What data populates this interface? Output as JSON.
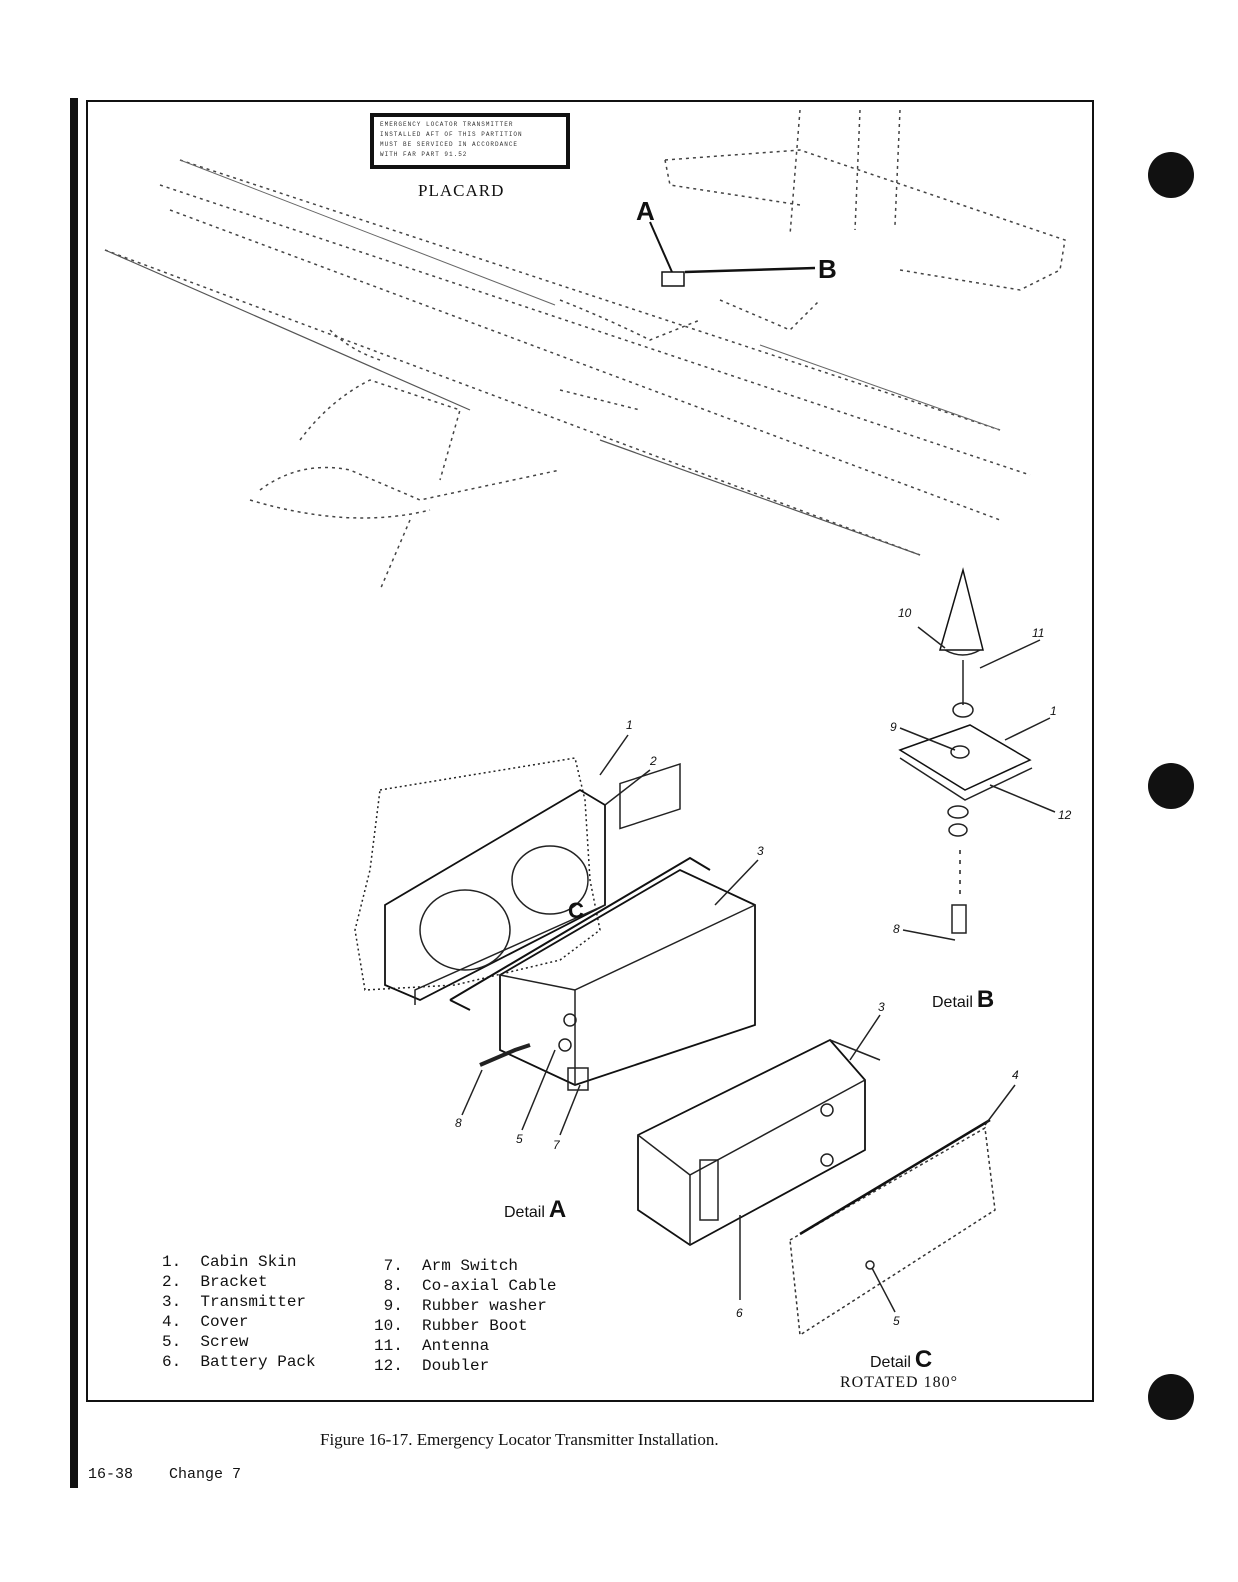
{
  "placard": {
    "title": "PLACARD",
    "text_lines": [
      "EMERGENCY LOCATOR TRANSMITTER",
      "INSTALLED AFT OF THIS PARTITION",
      "MUST BE SERVICED IN ACCORDANCE",
      "WITH FAR PART 91.52"
    ]
  },
  "overview_callouts": {
    "a": "A",
    "b": "B"
  },
  "detail_a": {
    "label": "Detail",
    "letter": "A",
    "callouts": {
      "n1": "1",
      "n2": "2",
      "n3": "3",
      "n5": "5",
      "n7": "7",
      "n8": "8"
    },
    "path_letter": "C"
  },
  "detail_b": {
    "label": "Detail",
    "letter": "B",
    "callouts": {
      "n10": "10",
      "n11": "11",
      "n9": "9",
      "n1": "1",
      "n12": "12",
      "n8": "8"
    }
  },
  "detail_c": {
    "label": "Detail",
    "letter": "C",
    "note": "ROTATED 180°",
    "callouts": {
      "n3": "3",
      "n4": "4",
      "n6": "6",
      "n5": "5"
    }
  },
  "legend": {
    "left": [
      "1.  Cabin Skin",
      "2.  Bracket",
      "3.  Transmitter",
      "4.  Cover",
      "5.  Screw",
      "6.  Battery Pack"
    ],
    "right": [
      " 7.  Arm Switch",
      " 8.  Co-axial Cable",
      " 9.  Rubber washer",
      "10.  Rubber Boot",
      "11.  Antenna",
      "12.  Doubler"
    ]
  },
  "caption": "Figure 16-17.  Emergency Locator Transmitter Installation.",
  "footer": {
    "page": "16-38",
    "change": "Change 7"
  }
}
